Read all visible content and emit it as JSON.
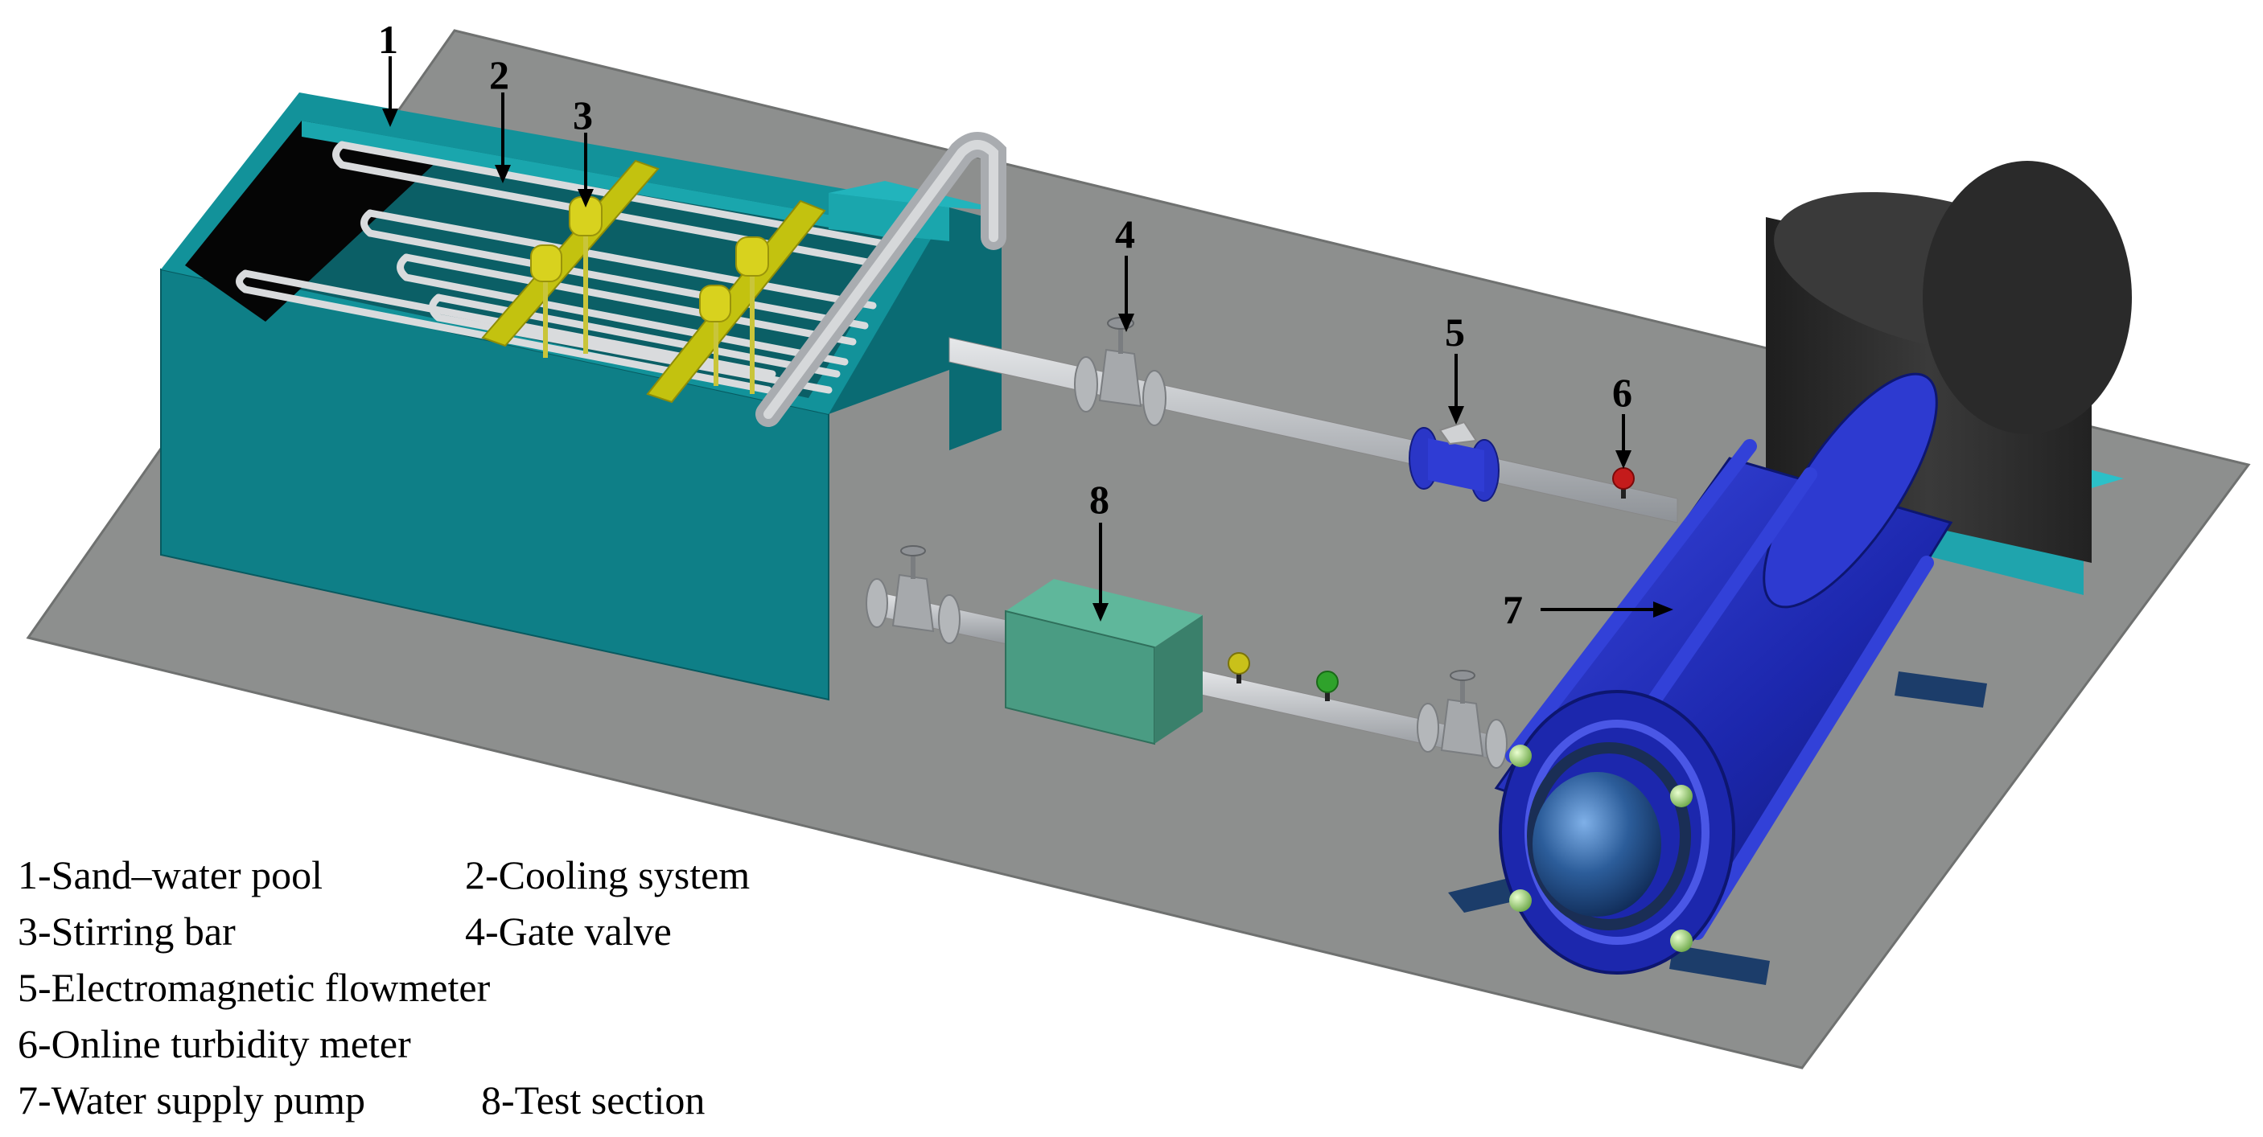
{
  "callouts": [
    "1",
    "2",
    "3",
    "4",
    "5",
    "6",
    "7",
    "8"
  ],
  "legend": [
    [
      "1-Sand–water pool",
      "2-Cooling system"
    ],
    [
      "3-Stirring bar",
      "4-Gate valve"
    ],
    [
      "5-Electromagnetic flowmeter"
    ],
    [
      "6-Online turbidity meter"
    ],
    [
      "7-Water supply pump",
      "8-Test section"
    ]
  ],
  "colors": {
    "platform": "#8d8f8e",
    "pool": "#10858c",
    "pool_dark": "#0a6b73",
    "pipe": "#c5c8cb",
    "yellow_bar": "#c3c20f",
    "flowmeter": "#2a36c7",
    "turbidity": "#c41b1b",
    "pump": "#1d2ab8",
    "motor": "#2f2f2f",
    "test_section": "#4a9c83",
    "base_teal": "#1fa4ad"
  }
}
